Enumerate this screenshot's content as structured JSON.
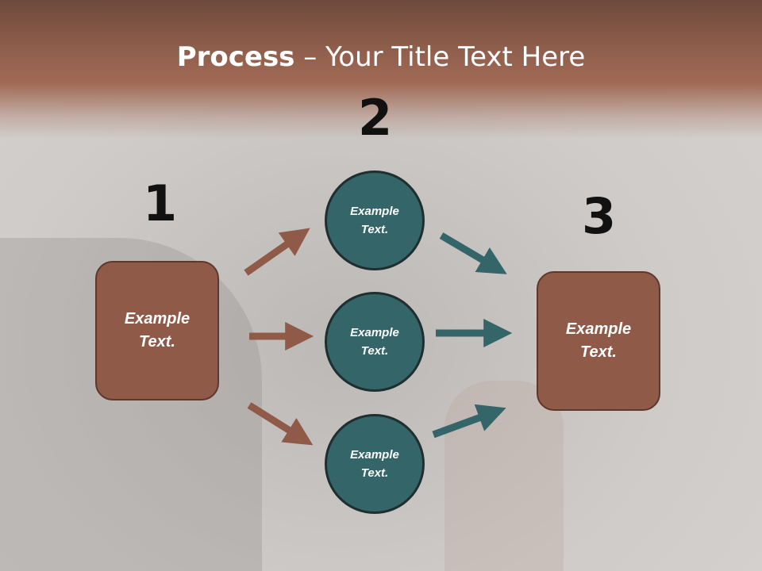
{
  "title": {
    "bold": "Process",
    "rest": " – Your Title Text Here"
  },
  "steps": {
    "one": "1",
    "two": "2",
    "three": "3"
  },
  "left_box": {
    "line1": "Example",
    "line2": "Text."
  },
  "right_box": {
    "line1": "Example",
    "line2": "Text."
  },
  "circles": [
    {
      "line1": "Example",
      "line2": "Text."
    },
    {
      "line1": "Example",
      "line2": "Text."
    },
    {
      "line1": "Example",
      "line2": "Text."
    }
  ],
  "colors": {
    "header": "#8f5e4c",
    "box_fill": "#8f5a48",
    "circle_fill": "#336569",
    "arrow_brown": "#8f5a48",
    "arrow_teal": "#336569"
  }
}
